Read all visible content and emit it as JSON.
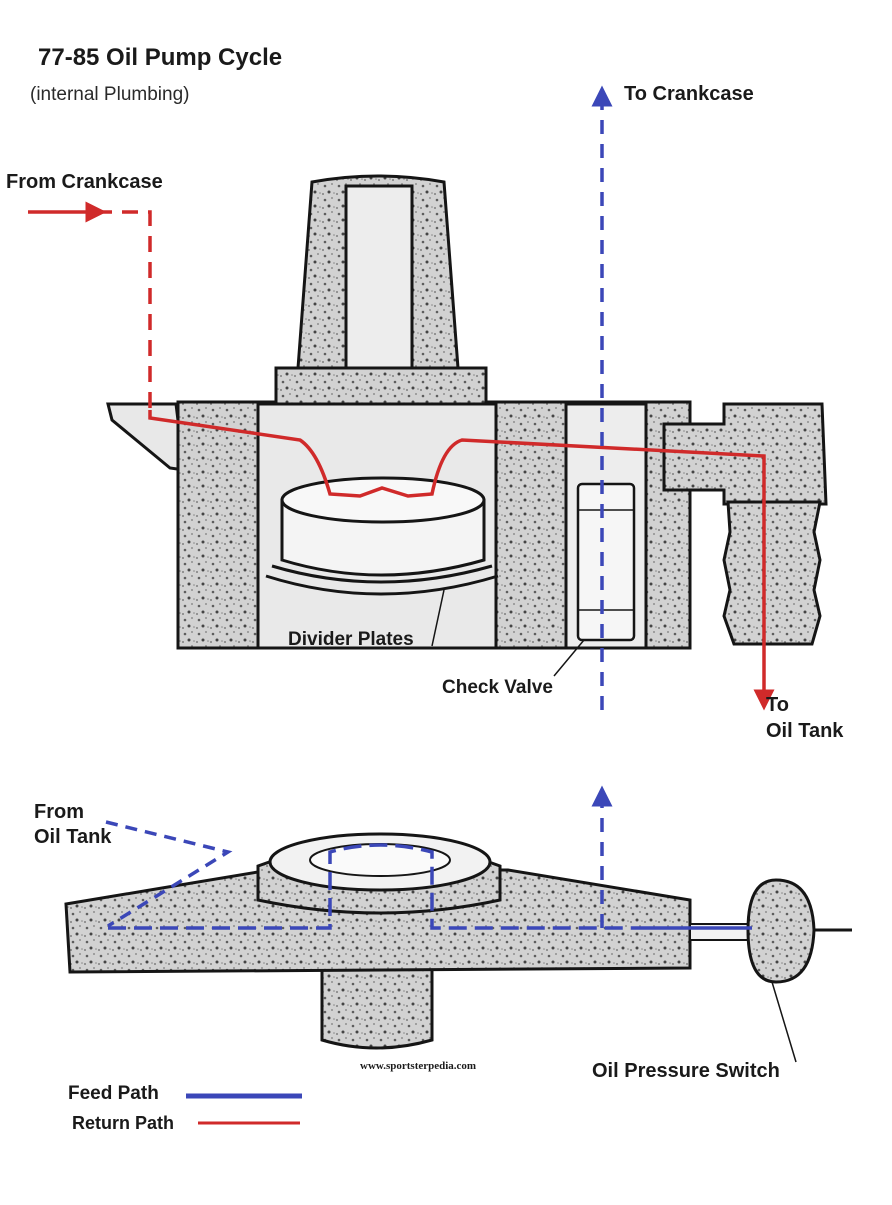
{
  "title": "77-85 Oil Pump Cycle",
  "subtitle": "(internal Plumbing)",
  "labels": {
    "to_crankcase": "To Crankcase",
    "from_crankcase": "From Crankcase",
    "divider_plates": "Divider Plates",
    "check_valve": "Check Valve",
    "to_oil_tank_line1": "To",
    "to_oil_tank_line2": "Oil Tank",
    "from_oil_tank_line1": "From",
    "from_oil_tank_line2": "Oil Tank",
    "website": "www.sportsterpedia.com",
    "oil_pressure_switch": "Oil Pressure Switch"
  },
  "legend": {
    "feed": {
      "label": "Feed Path",
      "color": "#3b47b8"
    },
    "return": {
      "label": "Return Path",
      "color": "#d02a2a"
    }
  },
  "colors": {
    "casting_fill": "#c9c9c9",
    "outline": "#151515"
  }
}
